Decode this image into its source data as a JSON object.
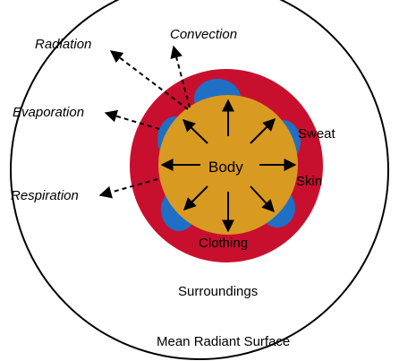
{
  "diagram": {
    "labels": {
      "radiation": "Radiation",
      "convection": "Convection",
      "evaporation": "Evaporation",
      "respiration": "Respiration",
      "body": "Body",
      "sweat": "Sweat",
      "skin": "Skin",
      "clothing": "Clothing",
      "surroundings": "Surroundings",
      "mean_radiant_surface": "Mean Radiant Surface"
    },
    "colors": {
      "clothing": "#c8102e",
      "sweat": "#1f6fc5",
      "body": "#d99a22",
      "outline": "#000000",
      "background": "#ffffff"
    }
  }
}
